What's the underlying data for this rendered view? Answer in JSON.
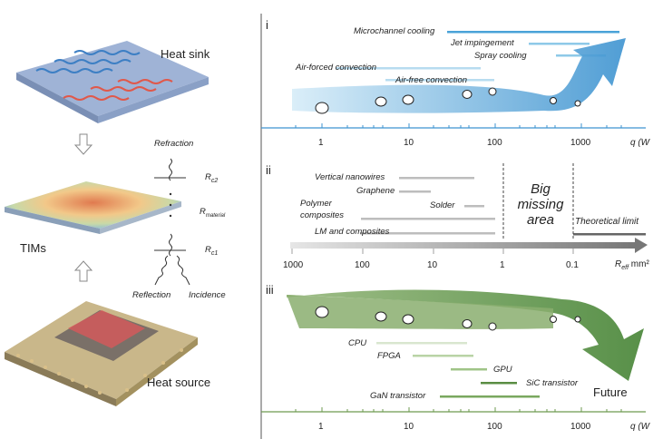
{
  "left": {
    "heat_sink": "Heat sink",
    "tims": "TIMs",
    "heat_source": "Heat source",
    "refraction": "Refraction",
    "reflection": "Reflection",
    "incidence": "Incidence",
    "rc2": "R",
    "rc2_sub": "c2",
    "rmat": "R",
    "rmat_sub": "material",
    "rc1": "R",
    "rc1_sub": "c1"
  },
  "panel_i": {
    "roman": "i",
    "labels": [
      "Microchannel cooling",
      "Jet impingement",
      "Spray cooling",
      "Air-forced convection",
      "Air-free convection"
    ]
  },
  "panel_ii": {
    "roman": "ii",
    "labels": [
      "Vertical nanowires",
      "Graphene",
      "Solder",
      "Polymer",
      "composites",
      "LM and composites"
    ],
    "big_missing": [
      "Big",
      "missing",
      "area"
    ],
    "theoretical_limit": "Theoretical limit",
    "axis_ticks": [
      "1000",
      "100",
      "10",
      "1",
      "0.1"
    ],
    "axis_label": "R",
    "axis_label_sub": "eff",
    "axis_unit": " mm²"
  },
  "panel_iii": {
    "roman": "iii",
    "labels": [
      "CPU",
      "FPGA",
      "GPU",
      "SiC transistor",
      "GaN transistor"
    ],
    "future": "Future"
  },
  "q_axis": {
    "ticks": [
      "1",
      "10",
      "100",
      "1000"
    ],
    "label": "q (W"
  },
  "colors": {
    "blue_arrow": "#4a9fd5",
    "green_arrow": "#6d9a4f",
    "bar_blue": "#8ec9e8",
    "bar_gray": "#bdbdbd",
    "bar_green": "#7aa85f"
  }
}
